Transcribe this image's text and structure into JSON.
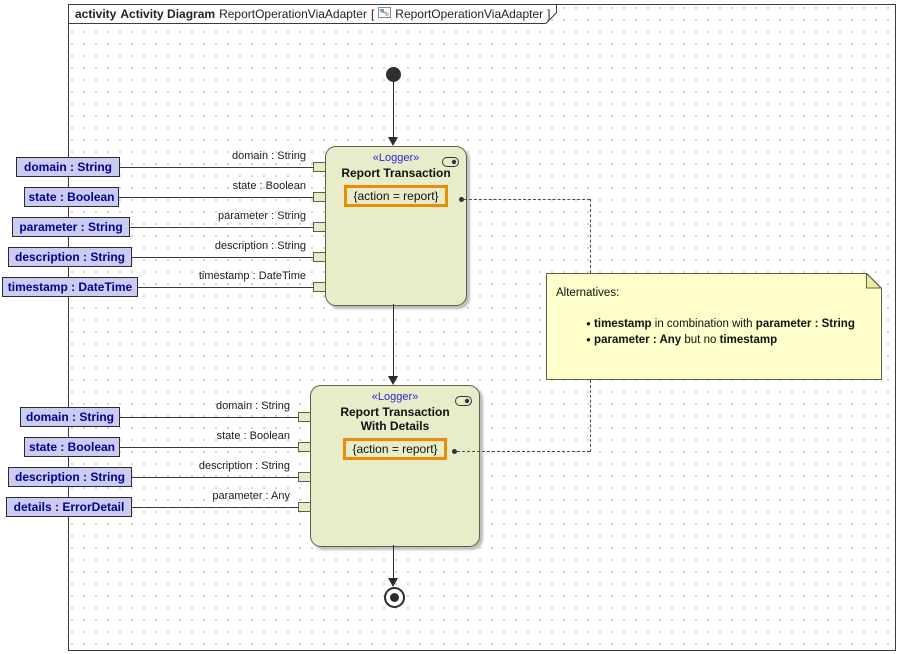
{
  "frame": {
    "keyword": "activity",
    "kind": "Activity Diagram",
    "name": "ReportOperationViaAdapter",
    "open": "[",
    "ref": "ReportOperationViaAdapter",
    "close": "]"
  },
  "activity1": {
    "stereotype": "«Logger»",
    "title": "Report Transaction",
    "constraint": "{action = report}"
  },
  "activity2": {
    "stereotype": "«Logger»",
    "title": "Report Transaction",
    "title2": "With Details",
    "constraint": "{action = report}"
  },
  "params1": [
    "domain : String",
    "state : Boolean",
    "parameter : String",
    "description : String",
    "timestamp : DateTime"
  ],
  "pin_labels1": [
    "domain : String",
    "state : Boolean",
    "parameter : String",
    "description : String",
    "timestamp : DateTime"
  ],
  "params2": [
    "domain : String",
    "state : Boolean",
    "description : String",
    "details : ErrorDetail"
  ],
  "pin_labels2": [
    "domain : String",
    "state : Boolean",
    "description : String",
    "parameter : Any"
  ],
  "note": {
    "title": "Alternatives:",
    "bullet_glyph": "●",
    "items": [
      {
        "bold1": "timestamp",
        "mid": "in combination with",
        "bold2": "parameter : String"
      },
      {
        "bold1": "parameter : Any",
        "mid": "but no",
        "bold2": "timestamp"
      }
    ]
  },
  "colors": {
    "activity_fill": "#e9ecc9",
    "activity_border": "#60604a",
    "parameter_fill": "#cbcbf3",
    "parameter_text": "#00008c",
    "note_fill": "#ffffcc",
    "constraint_border": "#e98c06",
    "stereotype_text": "#2a2acd"
  }
}
